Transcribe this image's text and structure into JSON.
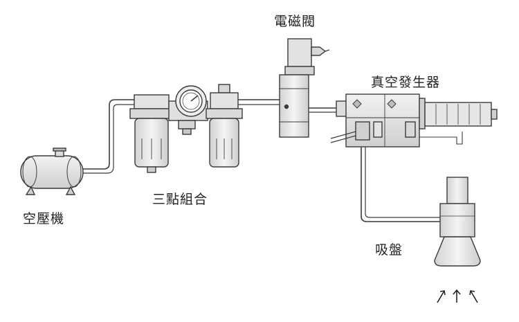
{
  "labels": {
    "solenoid_valve": "電磁閥",
    "vacuum_generator": "真空發生器",
    "frl_unit": "三點組合",
    "air_compressor": "空壓機",
    "suction_cup": "吸盤"
  },
  "colors": {
    "stroke": "#3a3a3a",
    "fill": "#e6e6e6",
    "fill_dark": "#cfcfcf",
    "background": "#ffffff"
  },
  "icons": [
    "air-compressor-icon",
    "filter-regulator-icon",
    "pressure-gauge-icon",
    "lubricator-icon",
    "solenoid-valve-icon",
    "vacuum-generator-icon",
    "suction-cup-icon",
    "airflow-arrows-icon"
  ]
}
